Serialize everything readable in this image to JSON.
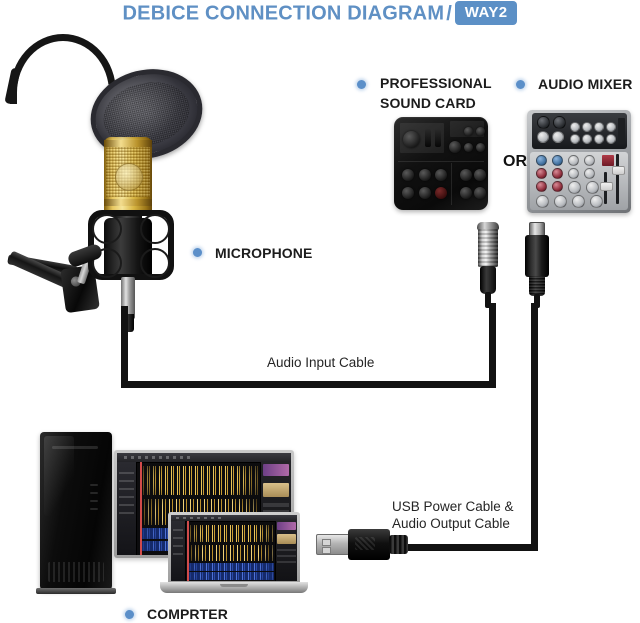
{
  "header": {
    "title": "DEBICE CONNECTION DIAGRAM",
    "separator": "/",
    "badge": "WAY2",
    "title_color": "#5f90c4",
    "badge_bg": "#5c90c6",
    "badge_text_color": "#ffffff"
  },
  "labels": {
    "sound_card_line1": "PROFESSIONAL",
    "sound_card_line2": "SOUND CARD",
    "audio_mixer": "AUDIO MIXER",
    "microphone": "MICROPHONE",
    "computer": "COMPRTER",
    "or": "OR"
  },
  "cables": {
    "audio_input": "Audio Input Cable",
    "usb_power_line1": "USB Power Cable &",
    "usb_power_line2": "Audio Output Cable"
  },
  "style": {
    "bullet_color": "#5b8fc9",
    "wire_color": "#121212",
    "label_color": "#1c1c1c",
    "background": "#ffffff"
  },
  "devices": {
    "microphone": "gold-condenser-microphone",
    "pop_filter": "pop-filter-disc",
    "boom_arm": "boom-arm-stand",
    "sound_card": "professional-sound-card",
    "audio_mixer": "audio-mixer-console",
    "xlr_connector": "xlr-male-connector",
    "usb_b_connector": "usb-b-connector",
    "usb_a_plug": "usb-a-plug",
    "pc_tower": "desktop-pc-tower",
    "monitor": "desktop-monitor",
    "laptop": "laptop-computer"
  }
}
